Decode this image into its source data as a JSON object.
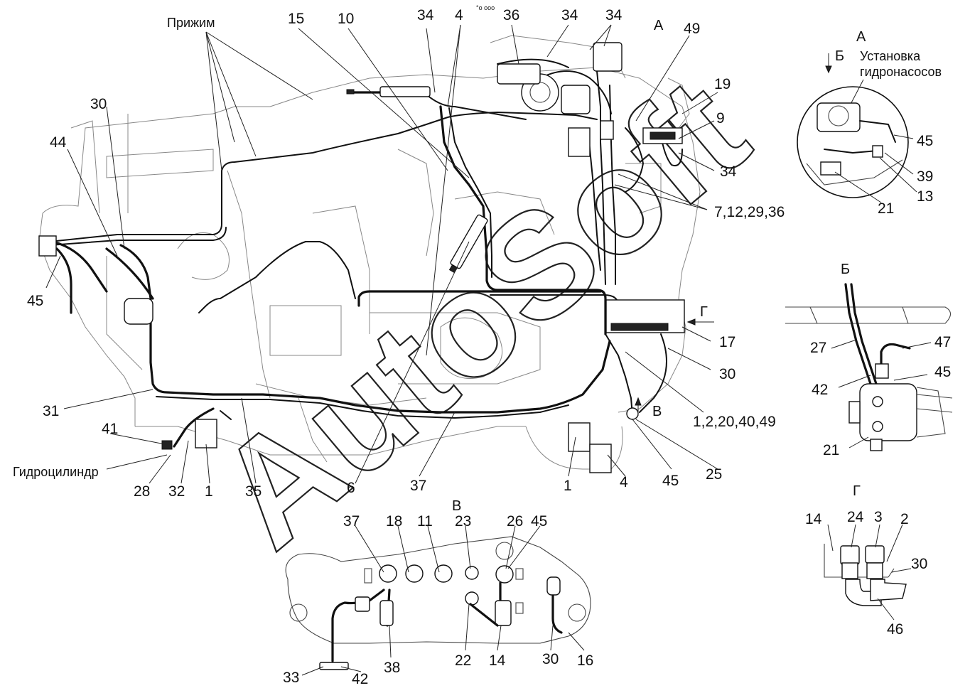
{
  "watermark": "AutoSoft",
  "callouts": {
    "main": [
      "30",
      "44",
      "45",
      "15",
      "10",
      "34",
      "4",
      "36",
      "34",
      "34",
      "49",
      "19",
      "9",
      "34",
      "7,12,29,36",
      "17",
      "30",
      "1,2,20,40,49",
      "25",
      "45",
      "4",
      "1",
      "37",
      "6",
      "35",
      "1",
      "32",
      "28",
      "41",
      "31"
    ],
    "sectionA": [
      "45",
      "39",
      "13",
      "21"
    ],
    "sectionB": [
      "27",
      "47",
      "42",
      "45",
      "21"
    ],
    "sectionG": [
      "14",
      "24",
      "3",
      "2",
      "30",
      "46"
    ],
    "sectionV": [
      "37",
      "18",
      "11",
      "23",
      "26",
      "45",
      "38",
      "33",
      "42",
      "22",
      "14",
      "30",
      "16"
    ]
  },
  "words": {
    "clamp": "Прижим",
    "cylinder": "Гидроцилиндр",
    "pump_install": "Установка\nгидронасосов",
    "tiny_mark": "°o ooo"
  },
  "view_letters": {
    "A": "А",
    "B": "Б",
    "V": "В",
    "G": "Г"
  }
}
